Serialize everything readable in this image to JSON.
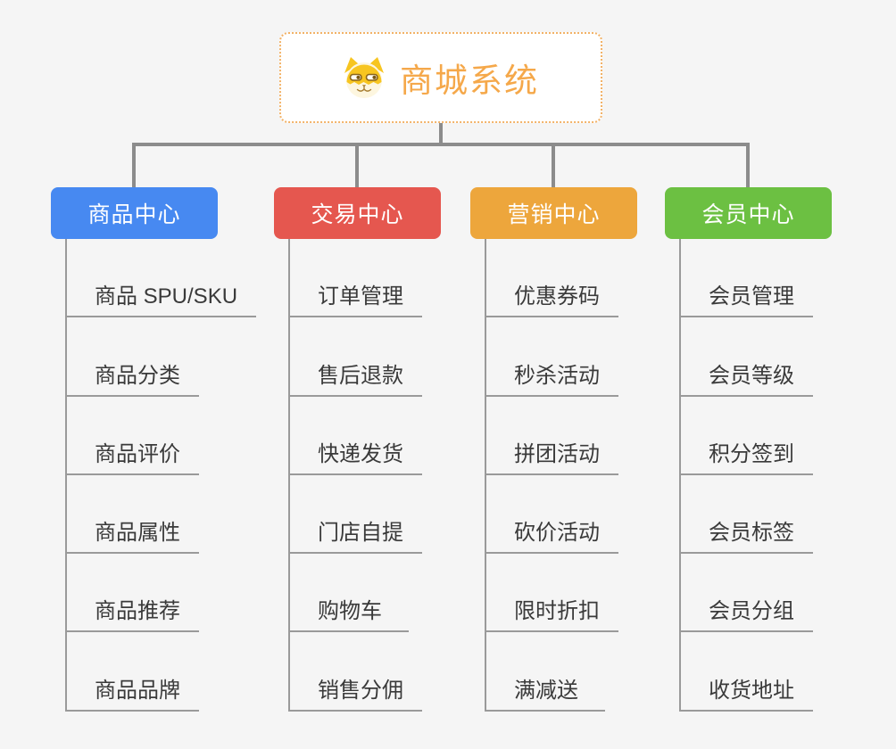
{
  "root": {
    "title": "商城系统",
    "icon": "dog-face-icon"
  },
  "colors": {
    "connector": "#8c8c8c",
    "child_line": "#9a9a9a",
    "root_border": "#f2b267",
    "root_text": "#f5a84a"
  },
  "branches": [
    {
      "label": "商品中心",
      "color": "#4789f1",
      "children": [
        "商品 SPU/SKU",
        "商品分类",
        "商品评价",
        "商品属性",
        "商品推荐",
        "商品品牌"
      ]
    },
    {
      "label": "交易中心",
      "color": "#e5574f",
      "children": [
        "订单管理",
        "售后退款",
        "快递发货",
        "门店自提",
        "购物车",
        "销售分佣"
      ]
    },
    {
      "label": "营销中心",
      "color": "#eda63c",
      "children": [
        "优惠券码",
        "秒杀活动",
        "拼团活动",
        "砍价活动",
        "限时折扣",
        "满减送"
      ]
    },
    {
      "label": "会员中心",
      "color": "#6cc042",
      "children": [
        "会员管理",
        "会员等级",
        "积分签到",
        "会员标签",
        "会员分组",
        "收货地址"
      ]
    }
  ]
}
